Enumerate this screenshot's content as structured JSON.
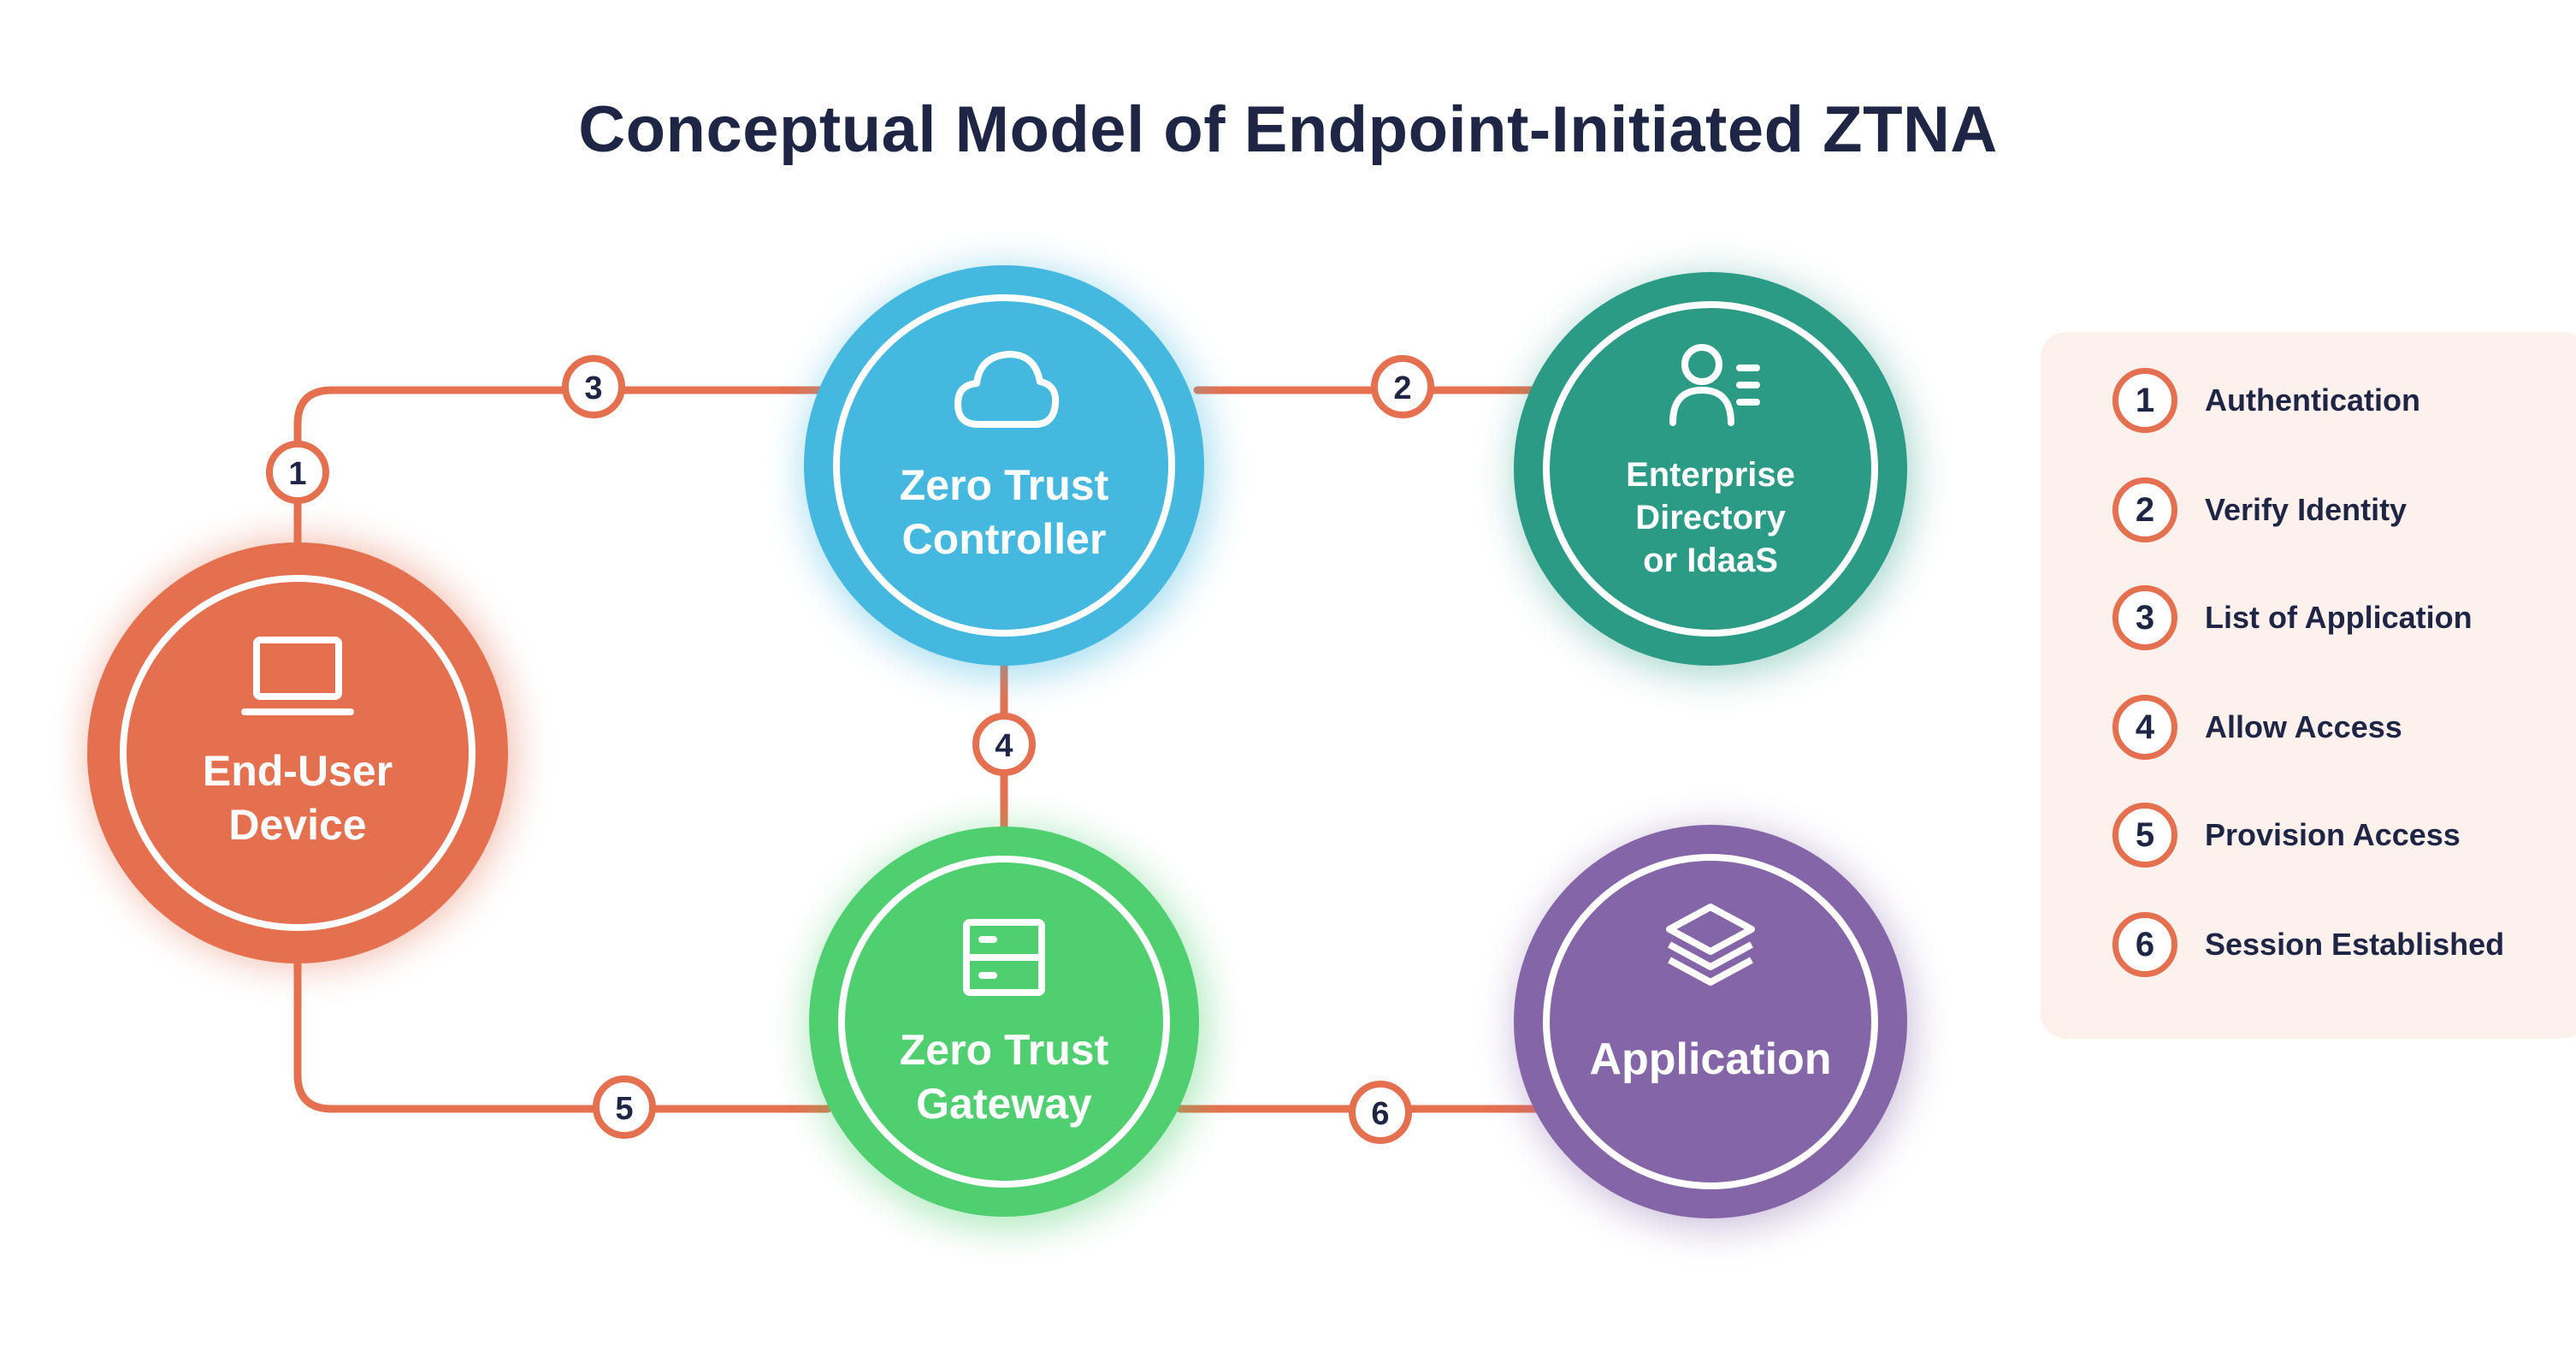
{
  "title": "Conceptual Model of Endpoint-Initiated ZTNA",
  "colors": {
    "connector": "#e5704f",
    "end_user_device": "#e5704f",
    "controller": "#45b8e0",
    "directory": "#2b9b86",
    "gateway": "#4fcf6f",
    "application": "#8466a8",
    "text_dark": "#1f2544",
    "legend_bg": "#fdf1ee"
  },
  "nodes": {
    "end_user_device": {
      "lines": [
        "End-User",
        "Device"
      ],
      "icon": "laptop-icon"
    },
    "zero_trust_controller": {
      "lines": [
        "Zero Trust",
        "Controller"
      ],
      "icon": "cloud-icon"
    },
    "enterprise_directory": {
      "lines": [
        "Enterprise",
        "Directory",
        "or IdaaS"
      ],
      "icon": "user-list-icon"
    },
    "zero_trust_gateway": {
      "lines": [
        "Zero Trust",
        "Gateway"
      ],
      "icon": "server-icon"
    },
    "application": {
      "lines": [
        "Application"
      ],
      "icon": "layers-icon"
    }
  },
  "badges": [
    "1",
    "2",
    "3",
    "4",
    "5",
    "6"
  ],
  "legend": [
    {
      "num": "1",
      "label": "Authentication"
    },
    {
      "num": "2",
      "label": "Verify Identity"
    },
    {
      "num": "3",
      "label": "List of Application"
    },
    {
      "num": "4",
      "label": "Allow Access"
    },
    {
      "num": "5",
      "label": "Provision Access"
    },
    {
      "num": "6",
      "label": "Session Established"
    }
  ]
}
